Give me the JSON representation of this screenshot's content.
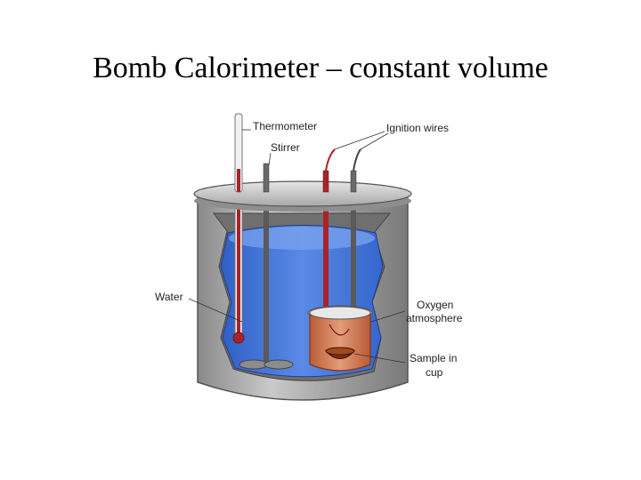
{
  "slide": {
    "title": "Bomb Calorimeter – constant volume"
  },
  "diagram": {
    "labels": {
      "thermometer": "Thermometer",
      "stirrer": "Stirrer",
      "ignition_wires": "Ignition wires",
      "water": "Water",
      "oxygen_line1": "Oxygen",
      "oxygen_line2": "atmosphere",
      "sample_line1": "Sample in",
      "sample_line2": "cup"
    },
    "colors": {
      "water": "#3f74d6",
      "steel": "#a9a9a9",
      "thermometer_fluid": "#a8232a",
      "bomb": "#d9703a"
    }
  }
}
